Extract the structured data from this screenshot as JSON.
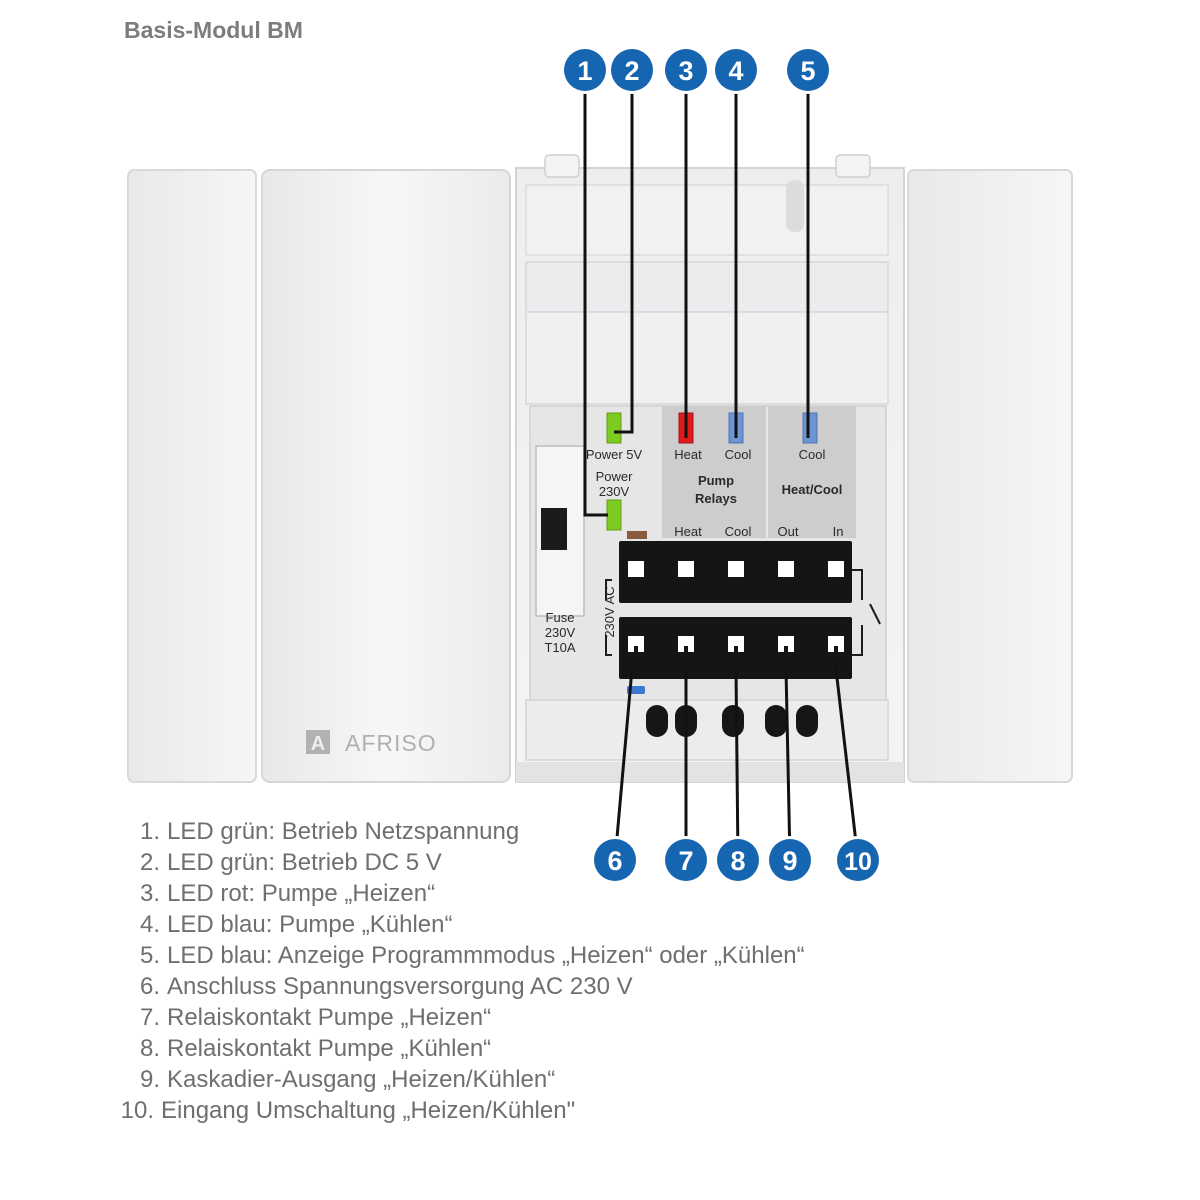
{
  "title": "Basis-Modul BM",
  "brand": {
    "name": "AFRISO",
    "logo_letter": "A"
  },
  "panel_labels": {
    "power5v": "Power 5V",
    "power230_line1": "Power",
    "power230_line2": "230V",
    "heat_led": "Heat",
    "cool_led": "Cool",
    "cool_led2": "Cool",
    "pump_line1": "Pump",
    "pump_line2": "Relays",
    "heatcool": "Heat/Cool",
    "term_heat": "Heat",
    "term_cool": "Cool",
    "term_out": "Out",
    "term_in": "In",
    "fuse_line1": "Fuse",
    "fuse_line2": "230V",
    "fuse_line3": "T10A",
    "voltage_vertical": "230V AC"
  },
  "callouts": [
    "1",
    "2",
    "3",
    "4",
    "5",
    "6",
    "7",
    "8",
    "9",
    "10"
  ],
  "legend": [
    {
      "num": "1.",
      "text": "LED grün: Betrieb Netzspannung"
    },
    {
      "num": "2.",
      "text": "LED grün: Betrieb DC 5 V"
    },
    {
      "num": "3.",
      "text": "LED rot: Pumpe „Heizen“"
    },
    {
      "num": "4.",
      "text": "LED blau: Pumpe „Kühlen“"
    },
    {
      "num": "5.",
      "text": "LED blau: Anzeige Programmmodus „Heizen“ oder „Kühlen“"
    },
    {
      "num": "6.",
      "text": "Anschluss Spannungsversorgung AC 230 V"
    },
    {
      "num": "7.",
      "text": "Relaiskontakt Pumpe „Heizen“"
    },
    {
      "num": "8.",
      "text": "Relaiskontakt Pumpe „Kühlen“"
    },
    {
      "num": "9.",
      "text": "Kaskadier-Ausgang „Heizen/Kühlen“"
    },
    {
      "num": "10.",
      "text": "Eingang Umschaltung „Heizen/Kühlen\""
    }
  ],
  "colors": {
    "callout": "#1565b0",
    "led_green": "#7ccb20",
    "led_red": "#e11b1b",
    "led_blue": "#6d95d6"
  }
}
